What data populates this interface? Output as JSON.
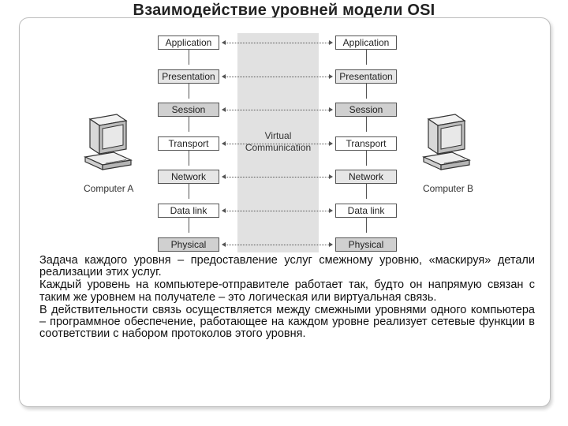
{
  "title": "Взаимодействие уровней модели OSI",
  "diagram": {
    "layers_left": [
      "Application",
      "Presentation",
      "Session",
      "Transport",
      "Network",
      "Data link",
      "Physical"
    ],
    "layers_right": [
      "Application",
      "Presentation",
      "Session",
      "Transport",
      "Network",
      "Data link",
      "Physical"
    ],
    "virtual_label": [
      "Virtual",
      "Communication"
    ],
    "computer_a": "Computer A",
    "computer_b": "Computer B"
  },
  "paragraphs": [
    "Задача каждого уровня – предоставление услуг смежному уровню, «маскируя» детали реализации этих услуг.",
    "Каждый уровень на компьютере-отправителе работает так, будто он напрямую связан с таким же уровнем на получателе – это логическая или виртуальная связь.",
    "В действительности связь осуществляется между смежными уровнями одного компьютера – программное обеспечение, работающее на каждом уровне реализует сетевые функции в соответствии с набором протоколов этого уровня."
  ]
}
